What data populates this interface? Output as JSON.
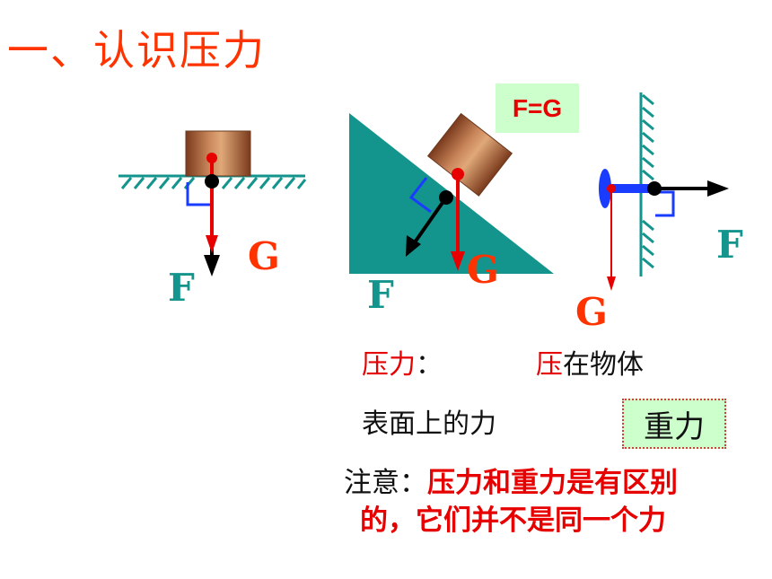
{
  "title": "一、认识压力",
  "labels": {
    "fig1_F": "F",
    "fig1_G": "G",
    "fig2_F": "F",
    "fig2_G": "G",
    "fig3_F": "F",
    "fig3_G": "G"
  },
  "equation_box": "F=G",
  "definition": {
    "term": "压力",
    "colon": "：",
    "press_char": "压",
    "rest_line1": "在物体",
    "line2": "表面上的力"
  },
  "answer_box": "重力",
  "note": {
    "prefix": "注意：",
    "line1": "压力和重力是有区别",
    "line2": "的，它们并不是同一个力"
  },
  "colors": {
    "title": "#ff3300",
    "teal": "#13948c",
    "red": "#e60000",
    "box_green": "#ccffcc",
    "block_brown": "#b5643a"
  }
}
